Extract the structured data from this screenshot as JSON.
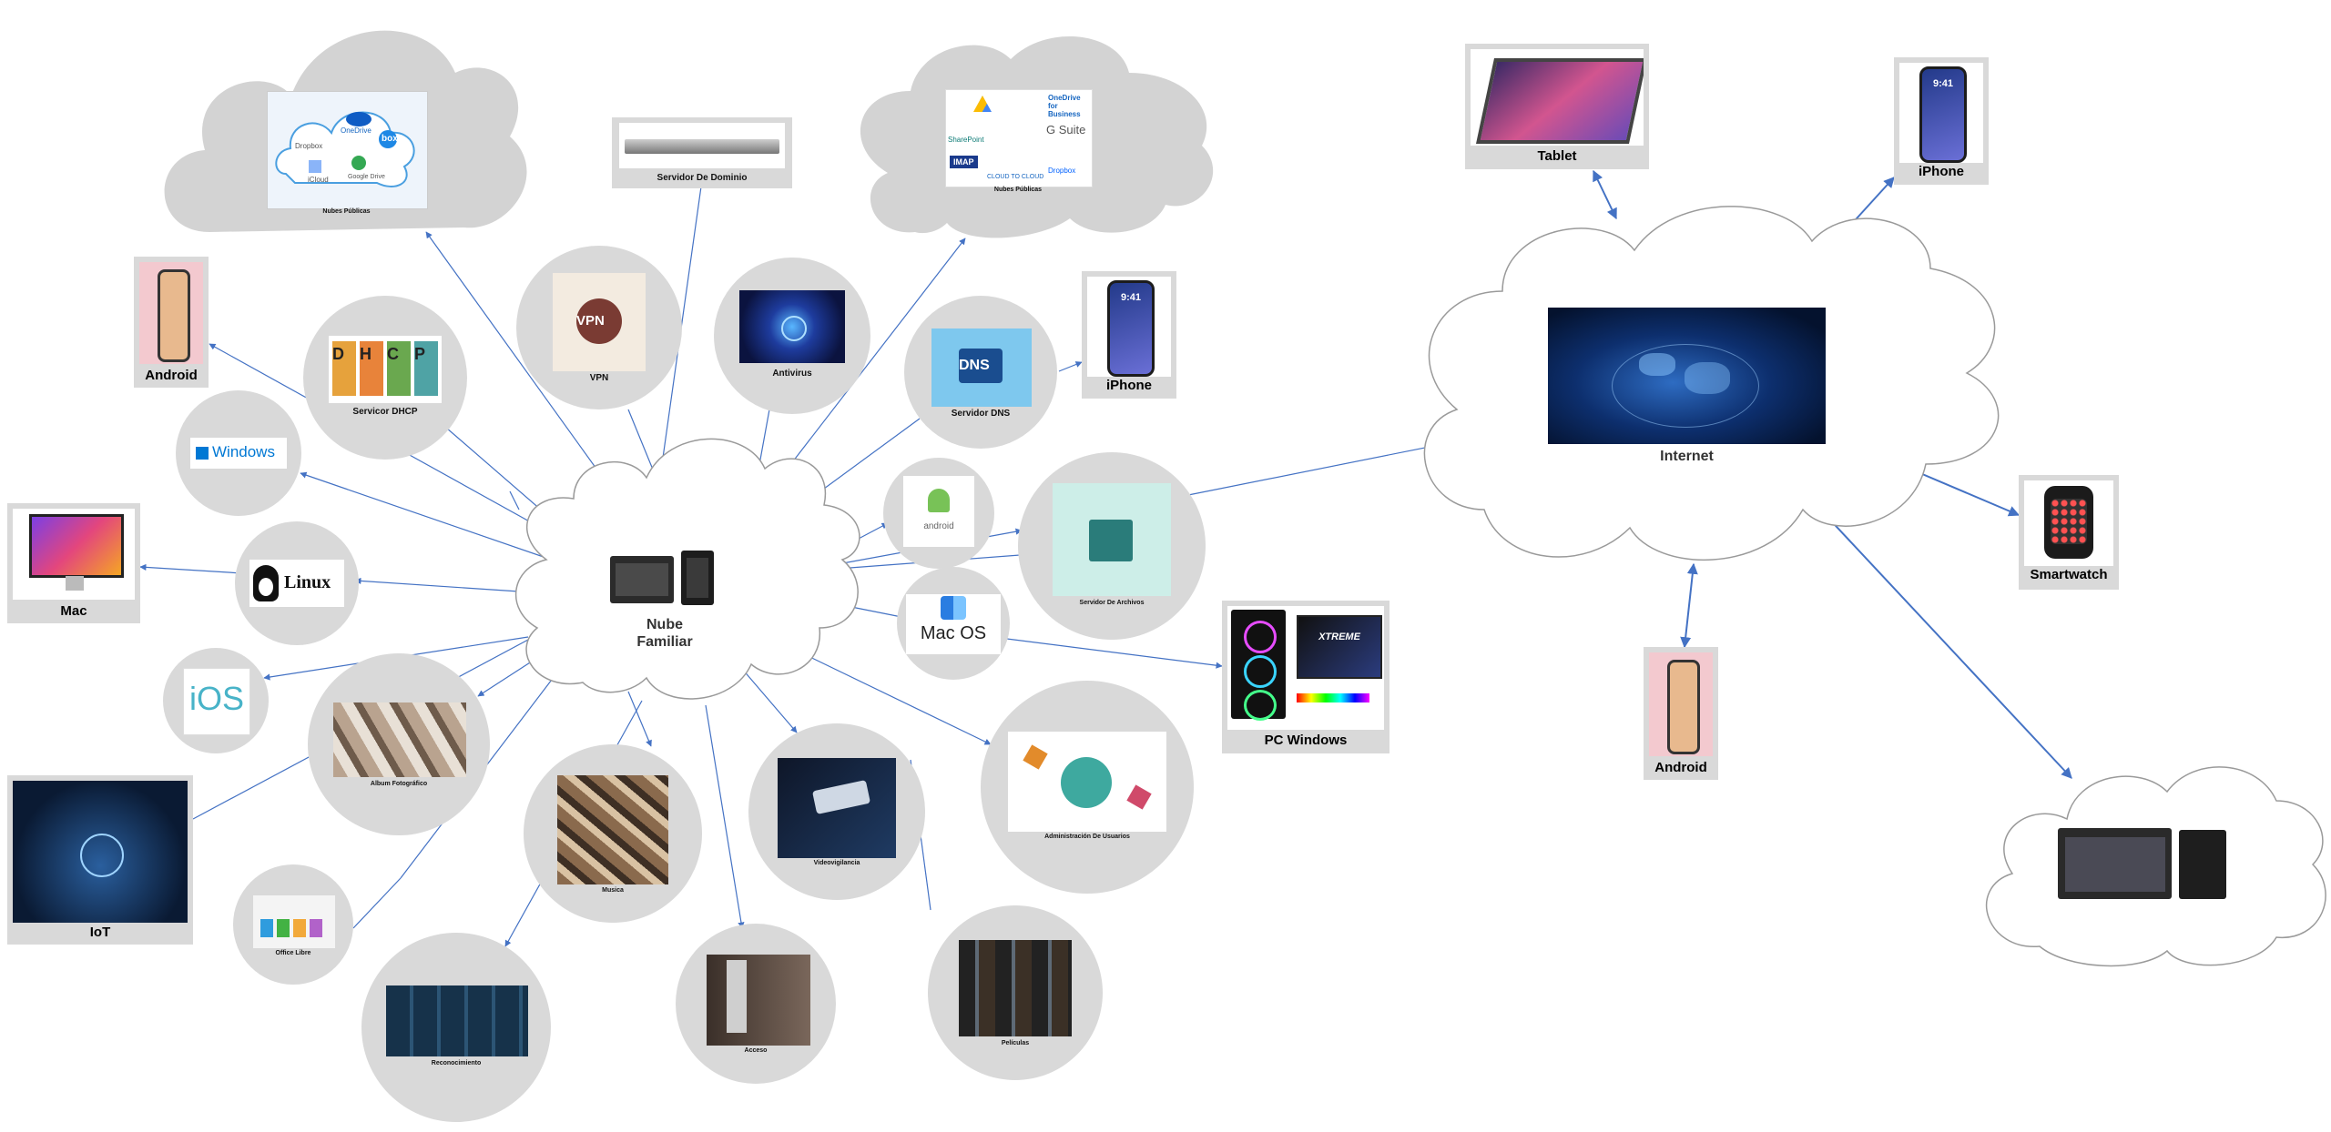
{
  "center": {
    "line1": "Nube",
    "line2": "Familiar"
  },
  "internet": {
    "label": "Internet"
  },
  "public_cloud_left": {
    "caption": "Nubes Públicas",
    "services": [
      "Dropbox",
      "OneDrive",
      "box",
      "iCloud",
      "Google Drive"
    ]
  },
  "public_cloud_right": {
    "caption": "Nubes Públicas",
    "services": [
      "OneDrive for Business",
      "SharePoint",
      "G Suite",
      "IMAP",
      "Dropbox",
      "cloud to cloud"
    ]
  },
  "services": {
    "dhcp": {
      "label": "Servicor DHCP",
      "letters": [
        "D",
        "H",
        "C",
        "P"
      ]
    },
    "vpn": {
      "label": "VPN",
      "badge": "VPN"
    },
    "antivirus": {
      "label": "Antivirus"
    },
    "dns": {
      "label": "Servidor DNS",
      "badge": "DNS"
    },
    "domain": {
      "label": "Servidor De Dominio"
    },
    "files": {
      "label": "Servidor De Archivos"
    },
    "users": {
      "label": "Administración De Usuarios"
    },
    "photos": {
      "label": "Album Fotográfico"
    },
    "music": {
      "label": "Musica"
    },
    "cctv": {
      "label": "Videovigilancia"
    },
    "access": {
      "label": "Acceso"
    },
    "movies": {
      "label": "Películas"
    },
    "office": {
      "label": "Office Libre"
    },
    "recog": {
      "label": "Reconocimiento"
    }
  },
  "os": {
    "windows": "Windows",
    "linux": "Linux",
    "ios": "iOS",
    "android": "android",
    "macos": "Mac OS"
  },
  "devices": {
    "android_left": "Android",
    "mac": "Mac",
    "iot": "IoT",
    "iphone_mid": "iPhone",
    "pc": "PC Windows",
    "tablet": "Tablet",
    "iphone_right": "iPhone",
    "smartwatch": "Smartwatch",
    "android_right": "Android"
  },
  "phone_time": "9:41",
  "pc_banner": "XTREME",
  "colors": {
    "edge": "#4472c4",
    "circle": "#d9d9d9",
    "cloud_gray": "#d3d3d3"
  }
}
